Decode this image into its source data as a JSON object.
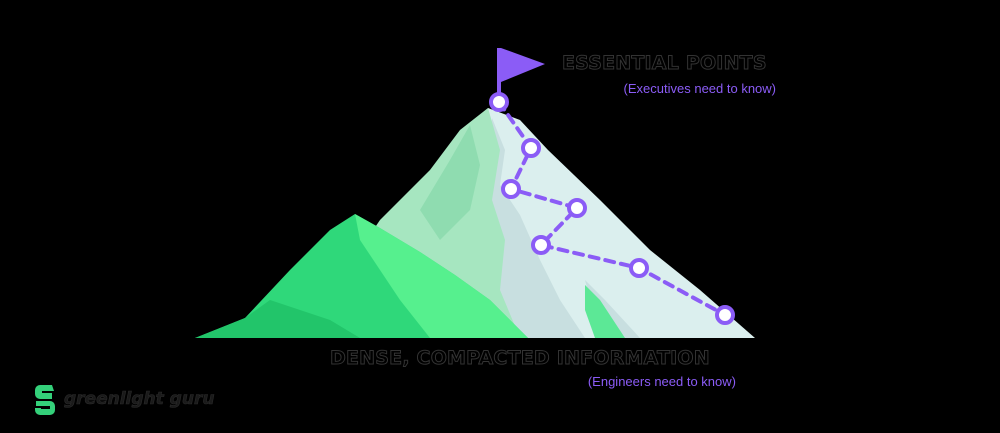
{
  "top": {
    "title": "ESSENTIAL POINTS",
    "subtitle": "(Executives need to know)"
  },
  "bottom": {
    "title": "DENSE, COMPACTED INFORMATION",
    "subtitle": "(Engineers need to know)"
  },
  "brand": {
    "name": "greenlight guru"
  },
  "colors": {
    "background": "#000000",
    "accent_purple": "#8b5cf6",
    "mountain_green_dark": "#2fd87a",
    "mountain_green_mid": "#56f08e",
    "mountain_mint": "#a6e6c0",
    "mountain_ice": "#dbefee",
    "logo_green": "#34d07a"
  }
}
